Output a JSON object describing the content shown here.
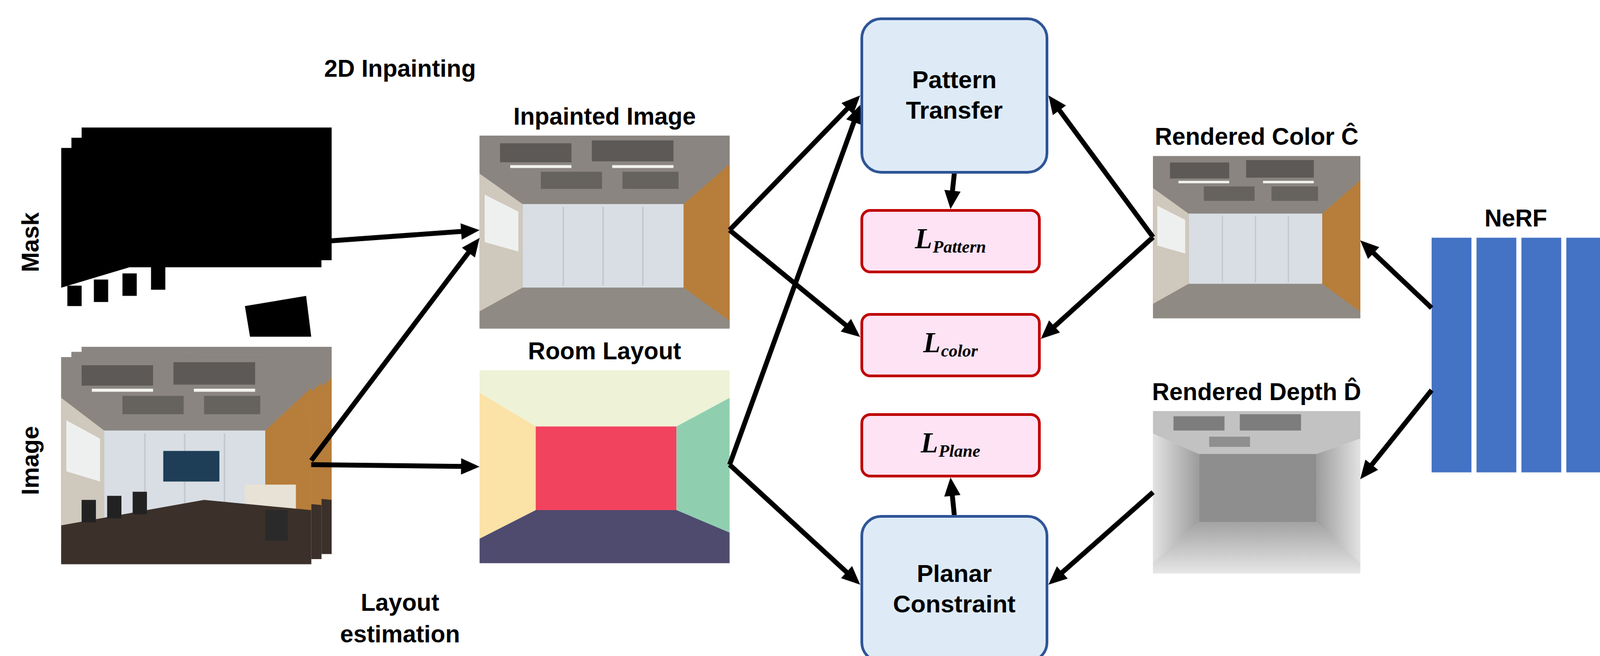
{
  "diagram": {
    "nodes": [
      {
        "text": [
          "Mask"
        ]
      },
      {
        "text": [
          "Image"
        ]
      },
      {
        "text": [
          "Inpainted Image"
        ]
      },
      {
        "text": [
          "Room Layout"
        ]
      },
      {
        "text": [
          "Pattern Transfer"
        ]
      },
      {
        "text": [
          "LPattern"
        ]
      },
      {
        "text": [
          "Lcolor"
        ]
      },
      {
        "text": [
          "LPlane"
        ]
      },
      {
        "text": [
          "Planar Constraint"
        ]
      },
      {
        "text": [
          "Rendered Color Ĉ"
        ]
      },
      {
        "text": [
          "Rendered Depth D̂"
        ]
      },
      {
        "text": [
          "NeRF"
        ]
      }
    ],
    "edges": [
      {
        "from": 0,
        "to": 2,
        "arrow": "to"
      },
      {
        "from": 1,
        "to": 2,
        "arrow": "to"
      },
      {
        "from": 1,
        "to": 3,
        "arrow": "to"
      },
      {
        "from": 2,
        "to": 4,
        "arrow": "to"
      },
      {
        "from": 2,
        "to": 6,
        "arrow": "to"
      },
      {
        "from": 3,
        "to": 4,
        "arrow": "to"
      },
      {
        "from": 3,
        "to": 8,
        "arrow": "to"
      },
      {
        "from": 4,
        "to": 5,
        "arrow": "to"
      },
      {
        "from": 9,
        "to": 4,
        "arrow": "to"
      },
      {
        "from": 9,
        "to": 6,
        "arrow": "to"
      },
      {
        "from": 8,
        "to": 7,
        "arrow": "to"
      },
      {
        "from": 10,
        "to": 8,
        "arrow": "to"
      },
      {
        "from": 11,
        "to": 9,
        "arrow": "to"
      },
      {
        "from": 11,
        "to": 10,
        "arrow": "to"
      }
    ],
    "labels": [
      "2D Inpainting",
      "Layout estimation"
    ]
  }
}
